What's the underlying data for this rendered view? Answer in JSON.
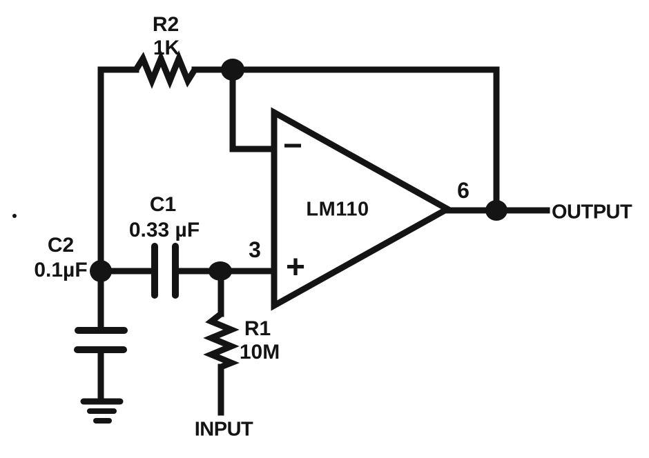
{
  "colors": {
    "ink": "#141414",
    "background": "#ffffff"
  },
  "components": {
    "r2": {
      "ref": "R2",
      "value": "1K"
    },
    "r1": {
      "ref": "R1",
      "value": "10M"
    },
    "c1": {
      "ref": "C1",
      "value": "0.33 µF"
    },
    "c2": {
      "ref": "C2",
      "value": "0.1µF"
    },
    "opamp": {
      "part": "LM110",
      "inverting_input_symbol": "−",
      "noninverting_input_symbol": "+",
      "noninverting_input_pin": "3",
      "output_pin": "6"
    }
  },
  "terminals": {
    "input": "INPUT",
    "output": "OUTPUT"
  }
}
